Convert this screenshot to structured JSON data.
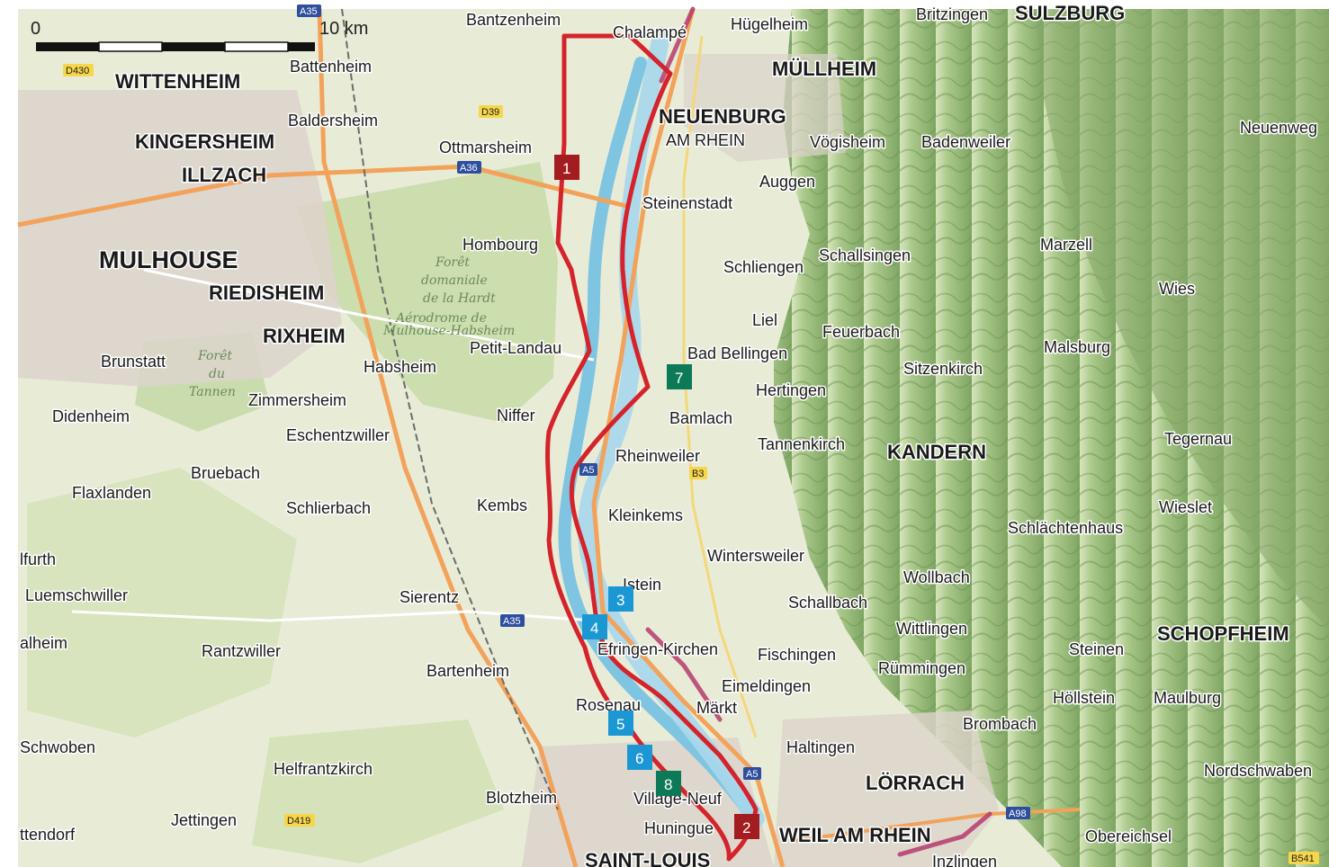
{
  "scale_bar": {
    "zero_label": "0",
    "distance_label": "10 km"
  },
  "places": [
    {
      "id": "bantzenheim",
      "name": "Bantzenheim",
      "cls": "vil"
    },
    {
      "id": "chalampe",
      "name": "Chalampé",
      "cls": "vil"
    },
    {
      "id": "hugelheim",
      "name": "Hügelheim",
      "cls": "vil"
    },
    {
      "id": "britzingen",
      "name": "Britzingen",
      "cls": "vil"
    },
    {
      "id": "sulzburg",
      "name": "SULZBURG",
      "cls": "town"
    },
    {
      "id": "battenheim",
      "name": "Battenheim",
      "cls": "vil"
    },
    {
      "id": "wittenheim",
      "name": "WITTENHEIM",
      "cls": "town"
    },
    {
      "id": "mullheim",
      "name": "MÜLLHEIM",
      "cls": "town"
    },
    {
      "id": "baldersheim",
      "name": "Baldersheim",
      "cls": "vil"
    },
    {
      "id": "neuenburg",
      "name": "NEUENBURG",
      "cls": "town"
    },
    {
      "id": "amrhein",
      "name": "AM RHEIN",
      "cls": "vil"
    },
    {
      "id": "kingersheim",
      "name": "KINGERSHEIM",
      "cls": "town"
    },
    {
      "id": "ottmarsheim",
      "name": "Ottmarsheim",
      "cls": "vil"
    },
    {
      "id": "vogisheim",
      "name": "Vögisheim",
      "cls": "vil"
    },
    {
      "id": "badenweiler",
      "name": "Badenweiler",
      "cls": "vil"
    },
    {
      "id": "neuenweg",
      "name": "Neuenweg",
      "cls": "vil"
    },
    {
      "id": "illzach",
      "name": "ILLZACH",
      "cls": "town"
    },
    {
      "id": "auggen",
      "name": "Auggen",
      "cls": "vil"
    },
    {
      "id": "steinenstadt",
      "name": "Steinenstadt",
      "cls": "vil"
    },
    {
      "id": "hombourg",
      "name": "Hombourg",
      "cls": "vil"
    },
    {
      "id": "marzell",
      "name": "Marzell",
      "cls": "vil"
    },
    {
      "id": "mulhouse",
      "name": "MULHOUSE",
      "cls": "city"
    },
    {
      "id": "schliengen",
      "name": "Schliengen",
      "cls": "vil"
    },
    {
      "id": "schallsingen",
      "name": "Schallsingen",
      "cls": "vil"
    },
    {
      "id": "riedisheim",
      "name": "RIEDISHEIM",
      "cls": "town"
    },
    {
      "id": "wies",
      "name": "Wies",
      "cls": "vil"
    },
    {
      "id": "liel",
      "name": "Liel",
      "cls": "vil"
    },
    {
      "id": "rixheim",
      "name": "RIXHEIM",
      "cls": "town"
    },
    {
      "id": "feuerbach",
      "name": "Feuerbach",
      "cls": "vil"
    },
    {
      "id": "petitlandau",
      "name": "Petit-Landau",
      "cls": "vil"
    },
    {
      "id": "badbellingen",
      "name": "Bad Bellingen",
      "cls": "vil"
    },
    {
      "id": "malsburg",
      "name": "Malsburg",
      "cls": "vil"
    },
    {
      "id": "brunstatt",
      "name": "Brunstatt",
      "cls": "vil"
    },
    {
      "id": "habsheim",
      "name": "Habsheim",
      "cls": "vil"
    },
    {
      "id": "sitzenkirch",
      "name": "Sitzenkirch",
      "cls": "vil"
    },
    {
      "id": "hertingen",
      "name": "Hertingen",
      "cls": "vil"
    },
    {
      "id": "zimmersheim",
      "name": "Zimmersheim",
      "cls": "vil"
    },
    {
      "id": "didenheim",
      "name": "Didenheim",
      "cls": "vil"
    },
    {
      "id": "niffer",
      "name": "Niffer",
      "cls": "vil"
    },
    {
      "id": "bamlach",
      "name": "Bamlach",
      "cls": "vil"
    },
    {
      "id": "eschentzwiller",
      "name": "Eschentzwiller",
      "cls": "vil"
    },
    {
      "id": "tannenkirch",
      "name": "Tannenkirch",
      "cls": "vil"
    },
    {
      "id": "kandern",
      "name": "KANDERN",
      "cls": "town"
    },
    {
      "id": "tegernau",
      "name": "Tegernau",
      "cls": "vil"
    },
    {
      "id": "rheinweiler",
      "name": "Rheinweiler",
      "cls": "vil"
    },
    {
      "id": "bruebach",
      "name": "Bruebach",
      "cls": "vil"
    },
    {
      "id": "flaxlanden",
      "name": "Flaxlanden",
      "cls": "vil"
    },
    {
      "id": "kembs",
      "name": "Kembs",
      "cls": "vil"
    },
    {
      "id": "schlierbach",
      "name": "Schlierbach",
      "cls": "vil"
    },
    {
      "id": "kleinkems",
      "name": "Kleinkems",
      "cls": "vil"
    },
    {
      "id": "wieslet",
      "name": "Wieslet",
      "cls": "vil"
    },
    {
      "id": "schlachtenhaus",
      "name": "Schlächtenhaus",
      "cls": "vil"
    },
    {
      "id": "wintersweiler",
      "name": "Wintersweiler",
      "cls": "vil"
    },
    {
      "id": "lfurth",
      "name": "lfurth",
      "cls": "vil"
    },
    {
      "id": "istein",
      "name": "Istein",
      "cls": "vil"
    },
    {
      "id": "wollbach",
      "name": "Wollbach",
      "cls": "vil"
    },
    {
      "id": "luemschwiller",
      "name": "Luemschwiller",
      "cls": "vil"
    },
    {
      "id": "sierentz",
      "name": "Sierentz",
      "cls": "vil"
    },
    {
      "id": "schallbach",
      "name": "Schallbach",
      "cls": "vil"
    },
    {
      "id": "wittlingen",
      "name": "Wittlingen",
      "cls": "vil"
    },
    {
      "id": "schopfheim",
      "name": "SCHOPFHEIM",
      "cls": "town"
    },
    {
      "id": "alheim",
      "name": "alheim",
      "cls": "vil"
    },
    {
      "id": "rantzwiller",
      "name": "Rantzwiller",
      "cls": "vil"
    },
    {
      "id": "efringen",
      "name": "Efringen-Kirchen",
      "cls": "vil"
    },
    {
      "id": "fischingen",
      "name": "Fischingen",
      "cls": "vil"
    },
    {
      "id": "steinen",
      "name": "Steinen",
      "cls": "vil"
    },
    {
      "id": "bartenheim",
      "name": "Bartenheim",
      "cls": "vil"
    },
    {
      "id": "rummingen",
      "name": "Rümmingen",
      "cls": "vil"
    },
    {
      "id": "eimeldingen",
      "name": "Eimeldingen",
      "cls": "vil"
    },
    {
      "id": "hollstein",
      "name": "Höllstein",
      "cls": "vil"
    },
    {
      "id": "maulburg",
      "name": "Maulburg",
      "cls": "vil"
    },
    {
      "id": "rosenau",
      "name": "Rosenau",
      "cls": "vil"
    },
    {
      "id": "markt",
      "name": "Märkt",
      "cls": "vil"
    },
    {
      "id": "brombach",
      "name": "Brombach",
      "cls": "vil"
    },
    {
      "id": "schwoben",
      "name": "Schwoben",
      "cls": "vil"
    },
    {
      "id": "haltingen",
      "name": "Haltingen",
      "cls": "vil"
    },
    {
      "id": "helfrantzkirch",
      "name": "Helfrantzkirch",
      "cls": "vil"
    },
    {
      "id": "lorrach",
      "name": "LÖRRACH",
      "cls": "town"
    },
    {
      "id": "nordschwaben",
      "name": "Nordschwaben",
      "cls": "vil"
    },
    {
      "id": "blotzheim",
      "name": "Blotzheim",
      "cls": "vil"
    },
    {
      "id": "villageneuf",
      "name": "Village-Neuf",
      "cls": "vil"
    },
    {
      "id": "jettingen",
      "name": "Jettingen",
      "cls": "vil"
    },
    {
      "id": "ttendorf",
      "name": "ttendorf",
      "cls": "vil"
    },
    {
      "id": "huningue",
      "name": "Huningue",
      "cls": "vil"
    },
    {
      "id": "weilamrhein",
      "name": "WEIL AM RHEIN",
      "cls": "town"
    },
    {
      "id": "obereichsel",
      "name": "Obereichsel",
      "cls": "vil"
    },
    {
      "id": "saintlouis",
      "name": "SAINT-LOUIS",
      "cls": "town"
    },
    {
      "id": "inzlingen",
      "name": "Inzlingen",
      "cls": "vil"
    }
  ],
  "forest_labels": [
    {
      "id": "foret1",
      "text": "Forêt"
    },
    {
      "id": "foret2",
      "text": "domaniale"
    },
    {
      "id": "foret3",
      "text": "de la Hardt"
    },
    {
      "id": "aero1",
      "text": "Aérodrome de"
    },
    {
      "id": "aero2",
      "text": "Mulhouse-Habsheim"
    },
    {
      "id": "foret_tannen1",
      "text": "Forêt"
    },
    {
      "id": "foret_tannen2",
      "text": "du"
    },
    {
      "id": "foret_tannen3",
      "text": "Tannen"
    }
  ],
  "road_labels": [
    {
      "id": "a35a",
      "text": "A35"
    },
    {
      "id": "a36",
      "text": "A36"
    },
    {
      "id": "a5a",
      "text": "A5"
    },
    {
      "id": "a35b",
      "text": "A35"
    },
    {
      "id": "a5b",
      "text": "A5"
    },
    {
      "id": "a98",
      "text": "A98"
    },
    {
      "id": "b3",
      "text": "B3"
    },
    {
      "id": "d430",
      "text": "D430"
    },
    {
      "id": "d39",
      "text": "D39"
    },
    {
      "id": "d419",
      "text": "D419"
    },
    {
      "id": "b541",
      "text": "B541"
    }
  ],
  "markers": [
    {
      "id": "m1",
      "label": "1",
      "color": "#a31c1f"
    },
    {
      "id": "m2",
      "label": "2",
      "color": "#a31c1f"
    },
    {
      "id": "m3",
      "label": "3",
      "color": "#1b97d4"
    },
    {
      "id": "m4",
      "label": "4",
      "color": "#1b97d4"
    },
    {
      "id": "m5",
      "label": "5",
      "color": "#1b97d4"
    },
    {
      "id": "m6",
      "label": "6",
      "color": "#1b97d4"
    },
    {
      "id": "m7",
      "label": "7",
      "color": "#0d7a57"
    },
    {
      "id": "m8",
      "label": "8",
      "color": "#0d7a57"
    }
  ],
  "colors": {
    "route": "#d4232a",
    "rhine": "#9fd3ea",
    "canal": "#7ec6e3",
    "plain": "#e7ecd6",
    "forest": "#c7dba8",
    "hills": "#9ebf7d",
    "urban": "#d9d2cc",
    "motorway": "#f2a25a",
    "wine": "#b53b6c"
  }
}
